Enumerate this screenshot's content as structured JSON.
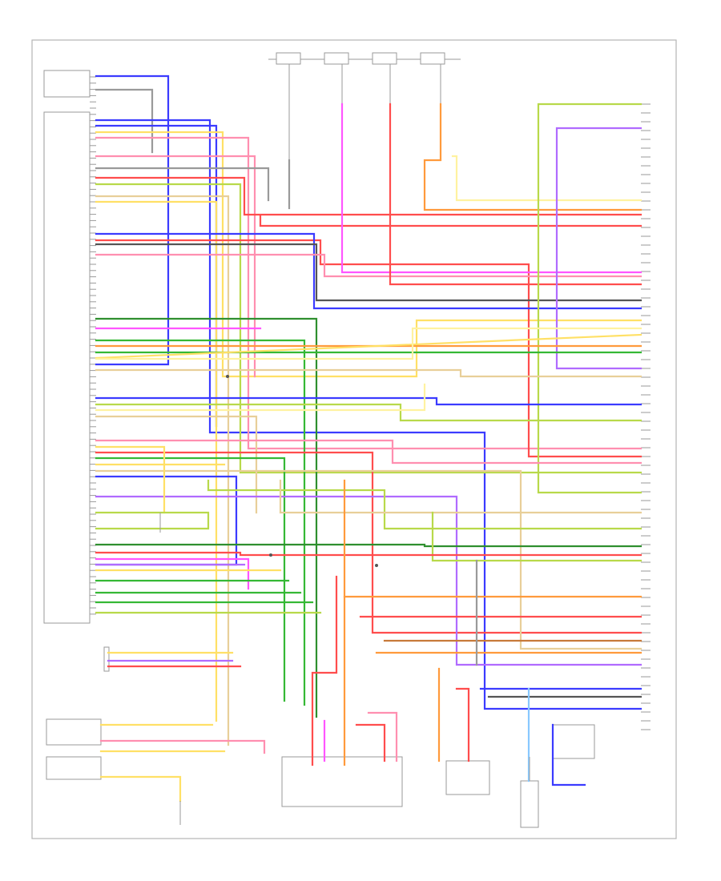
{
  "diagram": {
    "reference": "",
    "components": [
      {
        "id": "engine-control-module",
        "label": ""
      },
      {
        "id": "automatic-transmission-control-module",
        "label": ""
      },
      {
        "id": "data-link-connector",
        "label": ""
      },
      {
        "id": "shift-lock-solenoid",
        "label": ""
      },
      {
        "id": "fuse-block-top-1",
        "label": ""
      },
      {
        "id": "fuse-block-top-2",
        "label": ""
      },
      {
        "id": "fuse-block-top-3",
        "label": ""
      },
      {
        "id": "fuse-block-top-4",
        "label": ""
      },
      {
        "id": "transmission-range-sensor",
        "label": ""
      },
      {
        "id": "output-speed-sensor",
        "label": ""
      },
      {
        "id": "input-speed-sensor",
        "label": ""
      },
      {
        "id": "solenoid-valve-body",
        "label": ""
      },
      {
        "id": "selector-lever-assembly",
        "label": ""
      },
      {
        "id": "kickdown-switch",
        "label": ""
      },
      {
        "id": "instrument-cluster",
        "label": ""
      }
    ],
    "wire_colors": {
      "blue": "#3b3bff",
      "red": "#ff4d4d",
      "pink": "#ff8fb0",
      "magenta": "#ff55ff",
      "yellow": "#ffe066",
      "light_yellow": "#fff2a0",
      "green": "#35b835",
      "dark_green": "#2f8f2f",
      "yellow_green": "#b8d94a",
      "orange": "#ff9a3c",
      "tan": "#e8cf99",
      "violet": "#b06bff",
      "gray": "#9a9a9a",
      "dark_gray": "#555555",
      "light_blue": "#88c8ff",
      "brown": "#c77a3a"
    }
  }
}
